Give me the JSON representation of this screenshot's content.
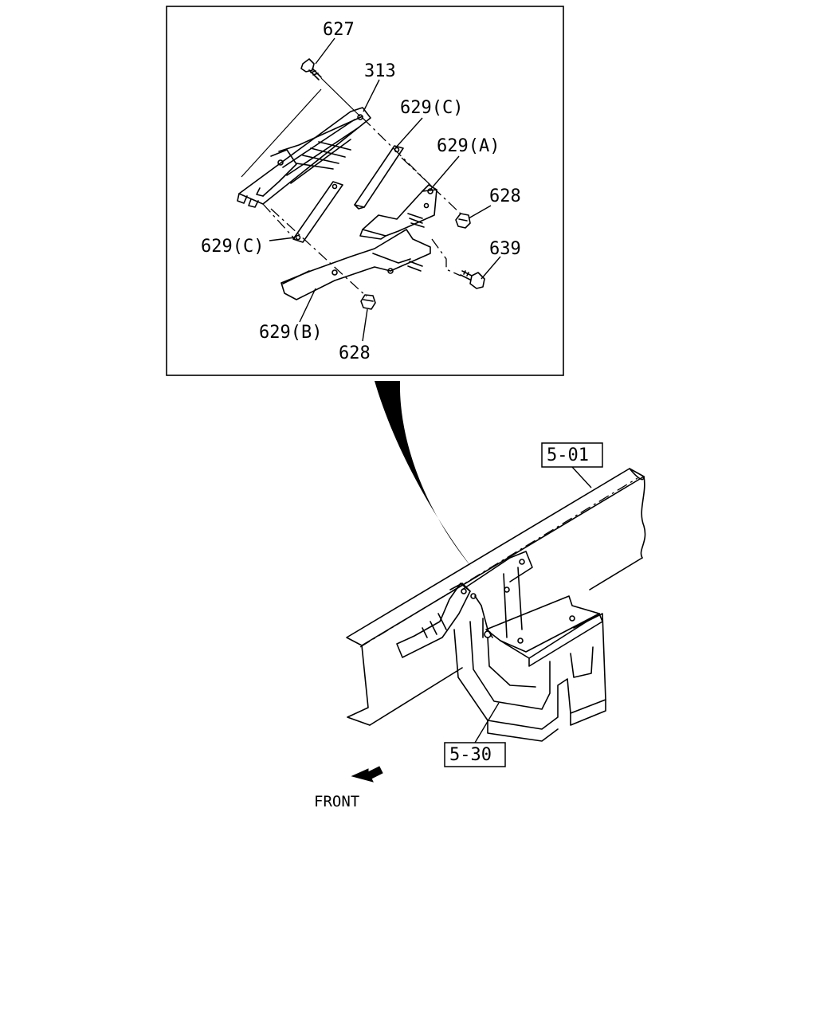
{
  "diagram": {
    "detail_labels": {
      "p627": "627",
      "p313": "313",
      "p629c_upper": "629(C)",
      "p629a": "629(A)",
      "p628_upper": "628",
      "p639": "639",
      "p629c_left": "629(C)",
      "p629b": "629(B)",
      "p628_lower": "628"
    },
    "reference_labels": {
      "ref_501": "5-01",
      "ref_530": "5-30"
    },
    "orientation": {
      "front_label": "FRONT"
    }
  }
}
